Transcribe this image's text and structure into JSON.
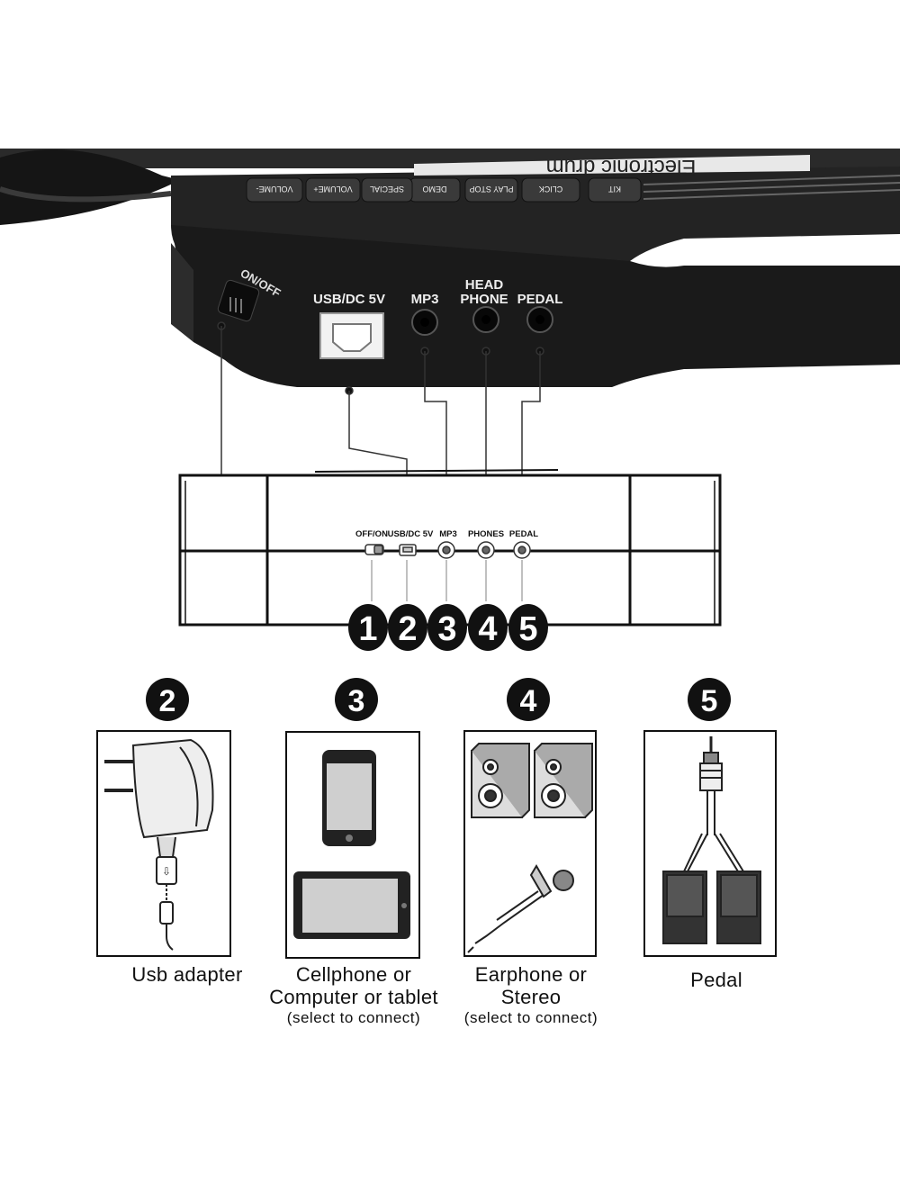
{
  "device": {
    "brand_text": "Electronic drum",
    "buttons": [
      "KIT",
      "CLICK",
      "PLAY STOP",
      "DEMO",
      "SPECIAL",
      "VOLUME+",
      "VOLUME-"
    ],
    "switch_label": "ON/OFF",
    "ports": {
      "usb": "USB/DC 5V",
      "mp3": "MP3",
      "head": "HEAD",
      "phone": "PHONE",
      "pedal": "PEDAL"
    }
  },
  "panel": {
    "labels": [
      "OFF/ON",
      "USB/DC 5V",
      "MP3",
      "PHONES",
      "PEDAL"
    ],
    "numbers": [
      "1",
      "2",
      "3",
      "4",
      "5"
    ]
  },
  "accessories": [
    {
      "number": "2",
      "lines": [
        "Usb adapter"
      ],
      "sub": "",
      "icon": "usb-adapter-icon"
    },
    {
      "number": "3",
      "lines": [
        "Cellphone  or",
        "Computer or  tablet"
      ],
      "sub": "(select to connect)",
      "icon": "phone-tablet-icon"
    },
    {
      "number": "4",
      "lines": [
        "Earphone or",
        "Stereo"
      ],
      "sub": "(select  to  connect)",
      "icon": "speakers-earphone-icon"
    },
    {
      "number": "5",
      "lines": [
        "Pedal"
      ],
      "sub": "",
      "icon": "pedal-icon"
    }
  ],
  "colors": {
    "device_body": "#1c1c1c",
    "badge": "#111111",
    "line": "#222222"
  }
}
